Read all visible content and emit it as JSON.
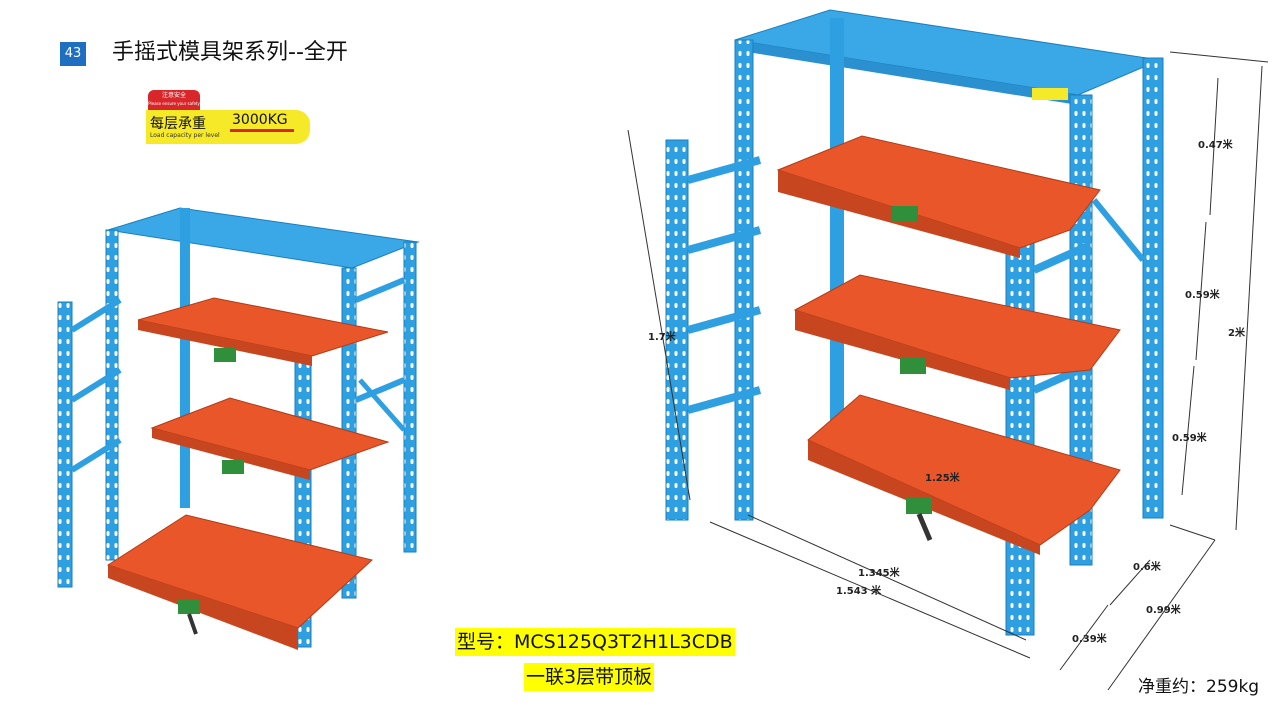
{
  "header": {
    "page_number": "43",
    "title": "手摇式模具架系列--全开"
  },
  "safety_badge": {
    "top_text": "注意安全",
    "top_subtext": "Please ensure your safety",
    "label": "每层承重",
    "value": "3000KG",
    "sublabel": "Load capacity per level"
  },
  "dimensions": {
    "top_gap": "0.47米",
    "mid_gap_upper": "0.59米",
    "mid_gap_lower": "0.59米",
    "total_height": "2米",
    "side_height": "1.7米",
    "shelf_width": "1.25米",
    "inner_length": "1.345米",
    "outer_length": "1.543 米",
    "depth_a": "0.6米",
    "depth_total": "0.99米",
    "depth_b": "0.39米"
  },
  "product": {
    "model": "型号：MCS125Q3T2H1L3CDB",
    "description": "一联3层带顶板",
    "net_weight": "净重约：259kg"
  },
  "colors": {
    "frame_blue": "#2e9fe0",
    "shelf_orange": "#e8562a",
    "label_yellow": "#ffff00",
    "page_num_blue": "#1e6fc1"
  }
}
